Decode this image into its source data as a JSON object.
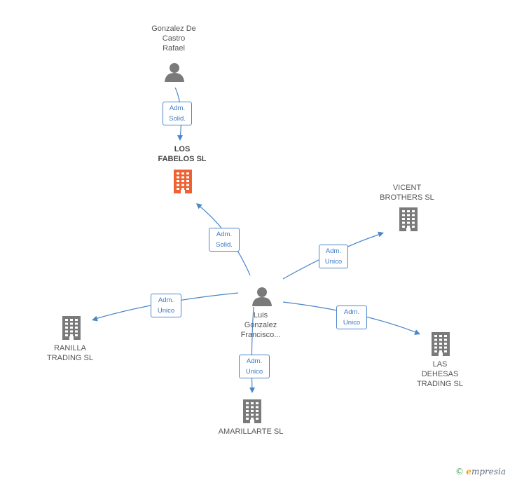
{
  "colors": {
    "edge": "#4a86c8",
    "node": "#7a7a7a",
    "highlight": "#f06030"
  },
  "nodes": {
    "gonzalez_de_castro": {
      "label": "Gonzalez De\nCastro\nRafael",
      "type": "person"
    },
    "los_fabelos": {
      "label": "LOS\nFABELOS SL",
      "type": "company-highlight"
    },
    "vicent_brothers": {
      "label": "VICENT\nBROTHERS SL",
      "type": "company"
    },
    "luis_gonzalez": {
      "label": "Luis\nGonzalez\nFrancisco...",
      "type": "person"
    },
    "ranilla_trading": {
      "label": "RANILLA\nTRADING SL",
      "type": "company"
    },
    "las_dehesas": {
      "label": "LAS\nDEHESAS\nTRADING SL",
      "type": "company"
    },
    "amarillarte": {
      "label": "AMARILLARTE SL",
      "type": "company"
    }
  },
  "edges": [
    {
      "from": "gonzalez_de_castro",
      "to": "los_fabelos",
      "label": "Adm.\nSolid."
    },
    {
      "from": "luis_gonzalez",
      "to": "los_fabelos",
      "label": "Adm.\nSolid."
    },
    {
      "from": "luis_gonzalez",
      "to": "vicent_brothers",
      "label": "Adm.\nUnico"
    },
    {
      "from": "luis_gonzalez",
      "to": "ranilla_trading",
      "label": "Adm.\nUnico"
    },
    {
      "from": "luis_gonzalez",
      "to": "las_dehesas",
      "label": "Adm.\nUnico"
    },
    {
      "from": "luis_gonzalez",
      "to": "amarillarte",
      "label": "Adm.\nUnico"
    }
  ],
  "footer": {
    "copyright": "©",
    "brand_initial": "e",
    "brand_rest": "mpresia"
  }
}
